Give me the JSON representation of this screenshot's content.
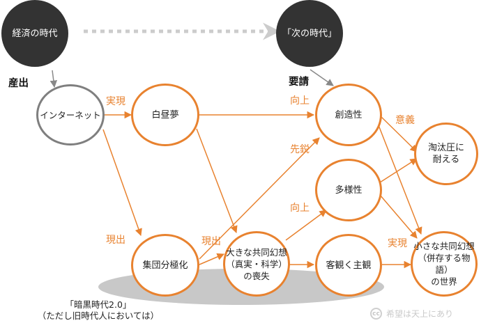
{
  "nodes": {
    "economy": "経済の時代",
    "next_era": "「次の時代」",
    "internet": "インターネット",
    "daydream": "白昼夢",
    "polarization": "集団分極化",
    "loss_of_fantasy": "大きな共同幻想\n（真実・科学）\nの喪失",
    "creativity": "創造性",
    "diversity": "多様性",
    "subjectivity": "客観く主観",
    "endure": "淘汰圧に\n耐える",
    "small_fantasy": "小さな共同幻想\n（併存する物語）\nの世界"
  },
  "edge_labels": {
    "realize_1": "実現",
    "emerge_1": "現出",
    "emerge_2": "現出",
    "improve_1": "向上",
    "improve_2": "向上",
    "pioneer": "先鋭",
    "meaning": "意義",
    "realize_2": "実現"
  },
  "side_labels": {
    "produce": "産出",
    "request": "要請"
  },
  "caption": "「暗黒時代2.0」\n（ただし旧時代人においては）",
  "watermark": {
    "cc_mark": "cc",
    "text": "希望は天上にあり"
  },
  "colors": {
    "orange": "#e8822f",
    "dark": "#333333",
    "gray": "#7f7f7f",
    "shadow": "#c8c8c8",
    "dotted": "#cccccc"
  }
}
